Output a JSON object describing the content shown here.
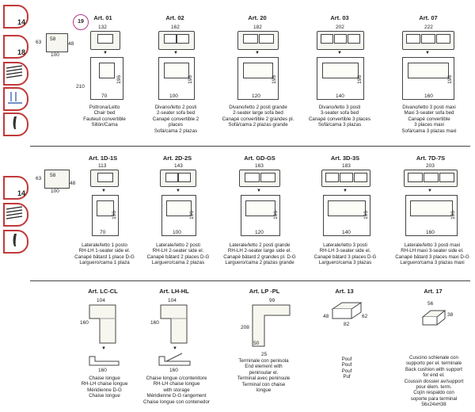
{
  "row1": {
    "side_badges": [
      "14",
      "18"
    ],
    "module": {
      "d1": "63",
      "d2": "58",
      "d3": "48",
      "w": "100"
    },
    "badge": "19",
    "items": [
      {
        "art": "Art. 01",
        "w": "132",
        "bed_w": "70",
        "bed_d": "196",
        "depth": "210",
        "desc": [
          "Poltrona/Letto",
          "Chair bed",
          "Fauteuil convertible",
          "Sillón/Cama"
        ]
      },
      {
        "art": "Art. 02",
        "w": "162",
        "bed_w": "100",
        "bed_d": "196",
        "desc": [
          "Divano/letto 2 posti",
          "2-seater sofa bed",
          "Canapé convertible 2 places",
          "Sofá/cama 2 plazas"
        ]
      },
      {
        "art": "Art. 20",
        "w": "182",
        "bed_w": "120",
        "bed_d": "196",
        "desc": [
          "Divano/letto 2 posti grande",
          "2-seater large sofa bed",
          "Canapé convertible 2 grandes pl.",
          "Sofá/cama 2 plazas grande"
        ]
      },
      {
        "art": "Art. 03",
        "w": "202",
        "bed_w": "140",
        "bed_d": "196",
        "desc": [
          "Divano/letto 3 posti",
          "3-seater sofa bed",
          "Canapé convertible 3 places",
          "Sofá/cama 3 plazas"
        ]
      },
      {
        "art": "Art. 07",
        "w": "222",
        "bed_w": "160",
        "bed_d": "196",
        "desc": [
          "Divano/letto 3 posti maxi",
          "Maxi 3-seater sofa bed",
          "Canapé convertible",
          "3 places maxi",
          "Sofá/cama 3 plazas maxi"
        ]
      }
    ]
  },
  "row2": {
    "side_badges": [
      "14"
    ],
    "module": {
      "d1": "63",
      "d2": "58",
      "d3": "48",
      "w": "100"
    },
    "items": [
      {
        "art": "Art. 1D-1S",
        "w": "113",
        "bed_w": "70",
        "bed_d": "196",
        "desc": [
          "Laterale/letto 1 posto",
          "RH-LH 1-seater side el.",
          "Canapé bâtard 1 place D-G",
          "Larguero/cama 1 plaza"
        ]
      },
      {
        "art": "Art. 2D-2S",
        "w": "143",
        "bed_w": "100",
        "bed_d": "196",
        "desc": [
          "Laterale/letto 2 posti",
          "RH-LH 2-seater side el.",
          "Canapé bâtard 2 places D-G",
          "Larguero/cama 2 plazas"
        ]
      },
      {
        "art": "Art. GD-GS",
        "w": "163",
        "bed_w": "120",
        "bed_d": "196",
        "desc": [
          "Laterale/letto 2 posti grande",
          "RH-LH 2-seater large side el.",
          "Canapé bâtard 2 grandes pl. D-G",
          "Larguero/cama 2 plazas grande"
        ]
      },
      {
        "art": "Art. 3D-3S",
        "w": "183",
        "bed_w": "140",
        "bed_d": "196",
        "desc": [
          "Laterale/letto 3 posti",
          "RH-LH 3-seater side el.",
          "Canapé bâtard 3 places D-G",
          "Larguero/cama 3 plazas"
        ]
      },
      {
        "art": "Art. 7D-7S",
        "w": "203",
        "bed_w": "160",
        "bed_d": "196",
        "desc": [
          "Laterale/letto 3 posti maxi",
          "RH-LH maxi 3-seater side el.",
          "Canapé bâtard 3 places maxi D-G",
          "Larguero/cama 3 plazas maxi"
        ]
      }
    ]
  },
  "row3": {
    "items": [
      {
        "art": "Art. LC-CL",
        "w": "104",
        "d": "160",
        "bottom": "160",
        "desc": [
          "Chaise longue",
          "RH-LH chaise longue",
          "Méridienne D-G",
          "Chaise longue"
        ]
      },
      {
        "art": "Art. LH-HL",
        "w": "104",
        "d": "160",
        "bottom": "160",
        "desc": [
          "Chaise longue c/contenitore",
          "RH-LH chaise longue",
          "with storage",
          "Méridienne D-G rangement",
          "Chaise longue con contenedor"
        ]
      },
      {
        "art": "Art. LP -PL",
        "w": "99",
        "d": "208",
        "d2": "50",
        "bottom": "25",
        "desc": [
          "Terminale con penisola",
          "End element with",
          "peninsular el.",
          "Terminal avec peninsule",
          "Terminal con chaise",
          "longue"
        ]
      },
      {
        "art": "Art. 13",
        "w": "82",
        "d": "48",
        "h": "62",
        "desc": [
          "Pouf",
          "Pouf",
          "Pouf",
          "Puf"
        ]
      },
      {
        "art": "Art. 17",
        "w": "56",
        "h": "38",
        "desc": [
          "Cuscino schienale con",
          "supporto per el. terminale",
          "Back cushion with support",
          "for end el.",
          "Coussin dossier av/support",
          "pour élem. term.",
          "Cojín respaldo con",
          "soporte para terminal",
          "56x24xH38"
        ]
      }
    ]
  }
}
